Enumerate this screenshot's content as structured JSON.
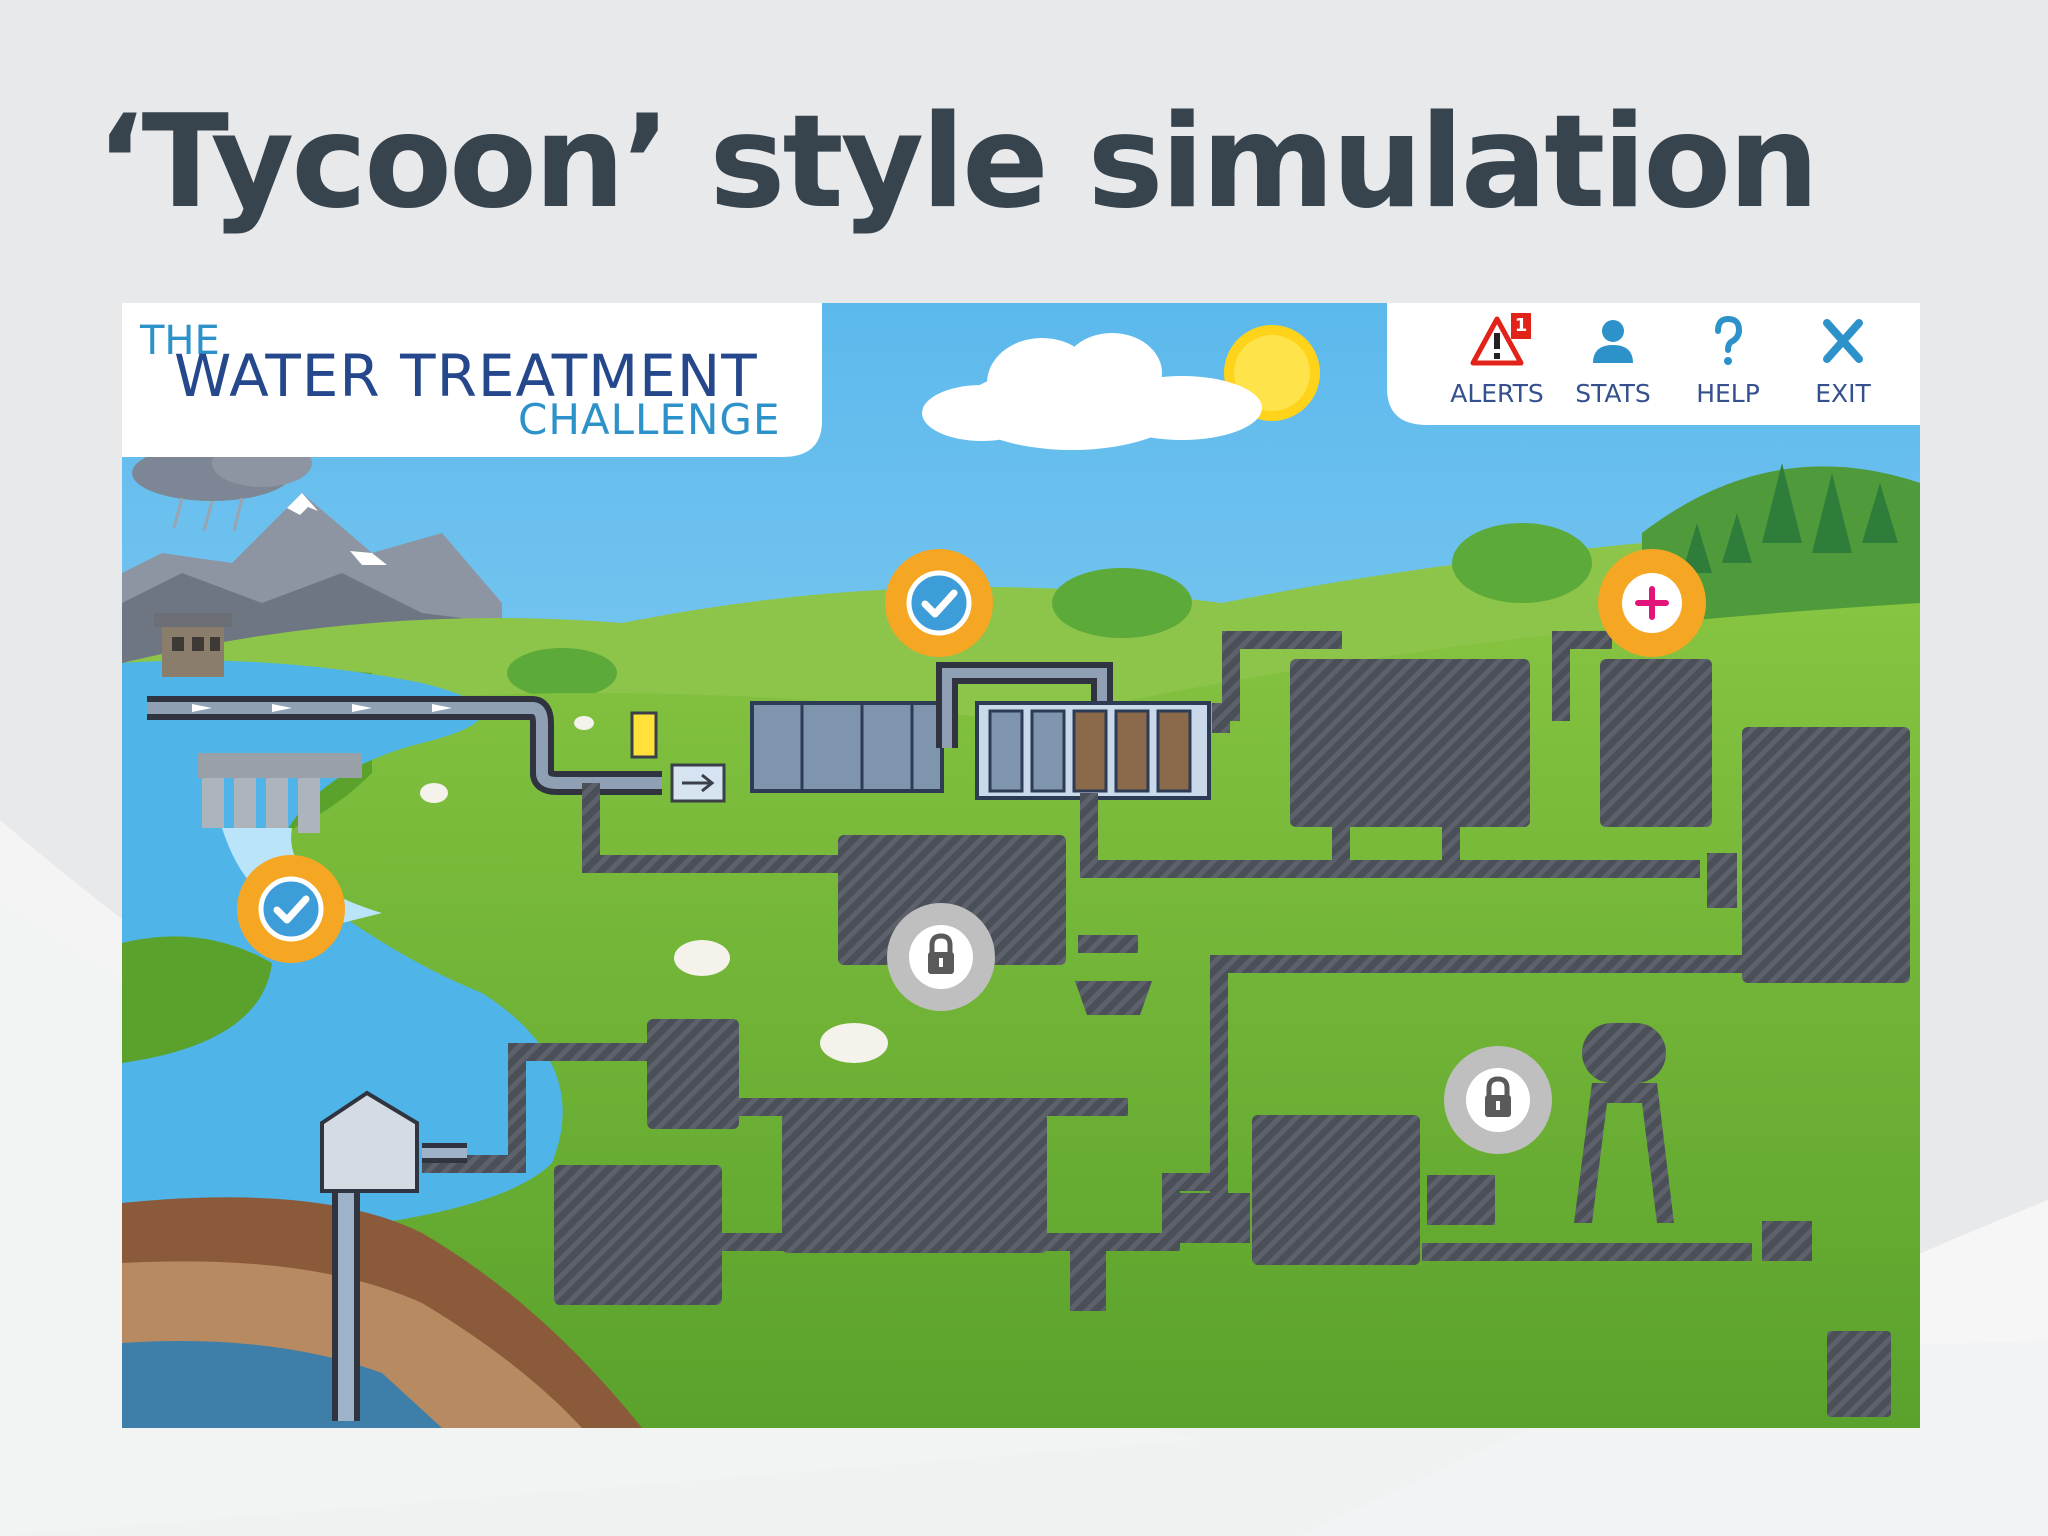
{
  "slide": {
    "title": "‘Tycoon’ style simulation"
  },
  "game": {
    "logo": {
      "the": "THE",
      "main": "WATER TREATMENT",
      "sub": "CHALLENGE"
    },
    "menu": {
      "alerts": {
        "label": "ALERTS",
        "badge": "1",
        "icon": "alert-triangle-icon"
      },
      "stats": {
        "label": "STATS",
        "icon": "person-icon"
      },
      "help": {
        "label": "HELP",
        "icon": "question-mark-icon"
      },
      "exit": {
        "label": "EXIT",
        "icon": "close-x-icon"
      }
    },
    "markers": {
      "dam": {
        "icon": "check-icon",
        "state": "completed"
      },
      "treatment": {
        "icon": "check-icon",
        "state": "completed"
      },
      "reservoir": {
        "icon": "plus-icon",
        "state": "available"
      },
      "storage": {
        "icon": "lock-icon",
        "state": "locked"
      },
      "distribution": {
        "icon": "lock-icon",
        "state": "locked"
      }
    }
  },
  "colors": {
    "title": "#37444e",
    "logo_navy": "#25478c",
    "logo_blue": "#2d92c9",
    "menu_text": "#34508f",
    "marker_orange": "#f5a623",
    "marker_blue": "#3d9dd8",
    "marker_pink": "#e2147a",
    "lock_grey": "#bfbfbf",
    "alert_red": "#e2231a",
    "grass": "#73b83a",
    "sky": "#6fc3ee",
    "water": "#4fb4e8",
    "pipe_dark": "#4a4e57"
  }
}
